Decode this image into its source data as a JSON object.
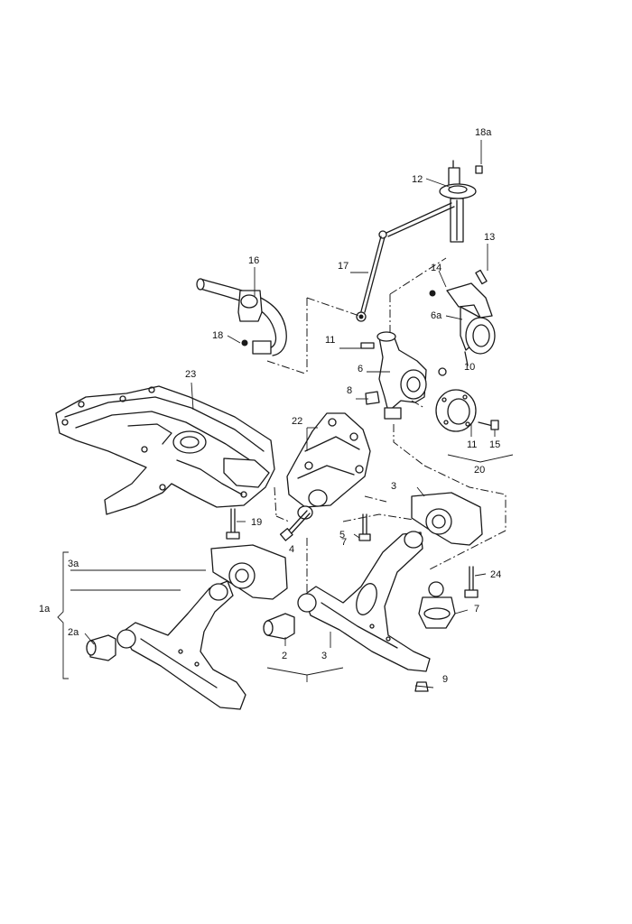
{
  "callouts": {
    "c18a": "18a",
    "c12": "12",
    "c13": "13",
    "c14": "14",
    "c6a": "6a",
    "c16": "16",
    "c17": "17",
    "c18": "18",
    "c11_top": "11",
    "c10": "10",
    "c6": "6",
    "c8": "8",
    "c23": "23",
    "c22": "22",
    "c11_hub": "11",
    "c15": "15",
    "c20": "20",
    "c3_upper": "3",
    "c19": "19",
    "c4": "4",
    "c5": "5",
    "c7_bolt": "7",
    "c24": "24",
    "c3a": "3a",
    "c1a": "1a",
    "c2a": "2a",
    "c2": "2",
    "c3_lower": "3",
    "c7_ball": "7",
    "c9": "9"
  }
}
